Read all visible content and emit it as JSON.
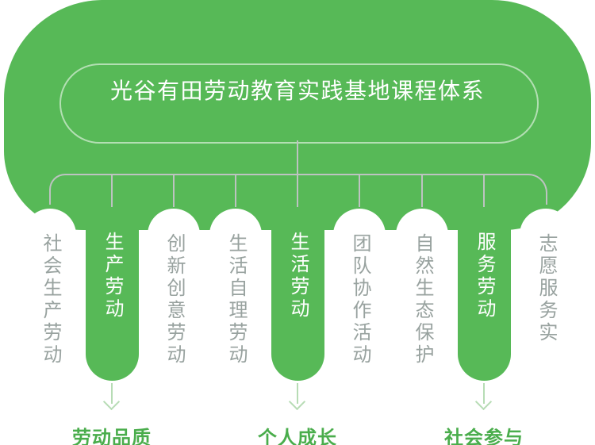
{
  "title": "光谷有田劳动教育实践基地课程体系",
  "columns": [
    {
      "label": "社会生产劳动",
      "emphasis": false
    },
    {
      "label": "生产劳动",
      "emphasis": true
    },
    {
      "label": "创新创意劳动",
      "emphasis": false
    },
    {
      "label": "生活自理劳动",
      "emphasis": false
    },
    {
      "label": "生活劳动",
      "emphasis": true
    },
    {
      "label": "团队协作活动",
      "emphasis": false
    },
    {
      "label": "自然生态保护",
      "emphasis": false
    },
    {
      "label": "服务劳动",
      "emphasis": true
    },
    {
      "label": "志愿服务实",
      "emphasis": false
    }
  ],
  "outcomes": [
    {
      "label": "劳动品质"
    },
    {
      "label": "个人成长"
    },
    {
      "label": "社会参与"
    }
  ],
  "colors": {
    "green": "#57b957",
    "arrow_green": "#b7dcb5",
    "label_green": "#4aad4c",
    "gray_text": "#98a29f",
    "line_gray": "#bdc3c1",
    "outline_white": "rgba(255,255,255,0.55)",
    "title_color": "#ffffff",
    "bg": "#ffffff"
  }
}
